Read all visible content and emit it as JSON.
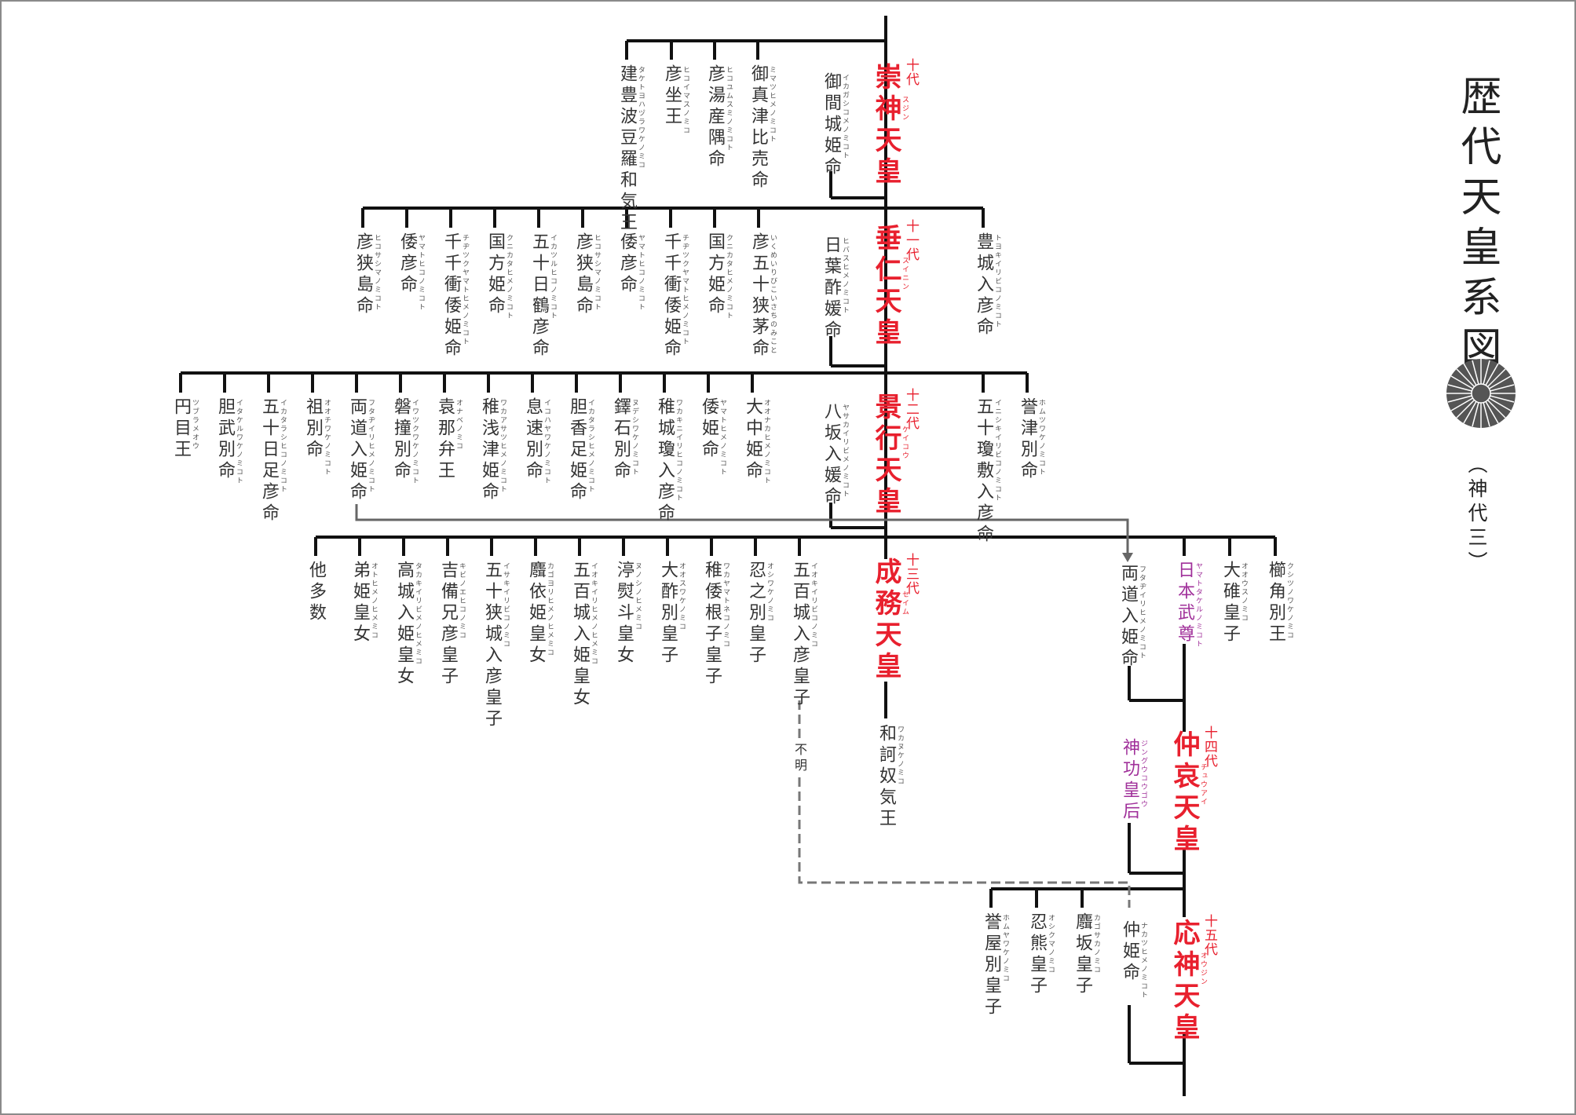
{
  "title": "歴代天皇系図",
  "subtitle": "（神代三）",
  "persons": [
    {
      "id": "sujin",
      "name": "崇神天皇",
      "kana": "スジン",
      "gen": "十代",
      "emp": true
    },
    {
      "id": "mimaki",
      "name": "御間城姫命",
      "kana": "イカガシコメノミコト"
    },
    {
      "id": "mimatsu",
      "name": "御真津比売命",
      "kana": "ミマツヒメノミコト"
    },
    {
      "id": "hikoyu",
      "name": "彦湯産隅命",
      "kana": "ヒコユムスミノミコト"
    },
    {
      "id": "hikoimasu",
      "name": "彦坐王",
      "kana": "ヒコイマスノミコ"
    },
    {
      "id": "takehani",
      "name": "建豊波豆羅和気王",
      "kana": "タケトヨハヅラワケノミコ"
    },
    {
      "id": "suinin",
      "name": "垂仁天皇",
      "kana": "スイニン",
      "gen": "十一代",
      "emp": true
    },
    {
      "id": "hibasu",
      "name": "日葉酢媛命",
      "kana": "ヒバスヒメノミコト"
    },
    {
      "id": "toyoki",
      "name": "豊城入彦命",
      "kana": "トヨキイリビコノミコト"
    },
    {
      "id": "isachi",
      "name": "彦五十狭茅命",
      "kana": "いくめいりびこいさちのみこと"
    },
    {
      "id": "kunibuku1",
      "name": "国方姫命",
      "kana": "クニカタヒメノミコト"
    },
    {
      "id": "chichitsu1",
      "name": "千千衝倭姫命",
      "kana": "チヂツクヤマトヒメノミコト"
    },
    {
      "id": "yamatohiko1",
      "name": "倭彦命",
      "kana": "ヤマトヒコノミコト"
    },
    {
      "id": "hikosa1",
      "name": "彦狭島命",
      "kana": "ヒコサシマノミコト"
    },
    {
      "id": "itsutanu",
      "name": "五十日鶴彦命",
      "kana": "イカツルヒコノミコト"
    },
    {
      "id": "kunibuku2",
      "name": "国方姫命",
      "kana": "クニカタヒメノミコト"
    },
    {
      "id": "chichitsu2",
      "name": "千千衝倭姫命",
      "kana": "チヂツクヤマトヒメノミコト"
    },
    {
      "id": "yamatohiko2",
      "name": "倭彦命",
      "kana": "ヤマトヒコノミコト"
    },
    {
      "id": "hikosa2",
      "name": "彦狭島命",
      "kana": "ヒコサシマノミコト"
    },
    {
      "id": "keiko",
      "name": "景行天皇",
      "kana": "ケイコウ",
      "gen": "十二代",
      "emp": true
    },
    {
      "id": "yasaka",
      "name": "八坂入媛命",
      "kana": "ヤサカイリビメノミコト"
    },
    {
      "id": "inishiki",
      "name": "五十瓊敷入彦命",
      "kana": "イニシキイリビコノミコト"
    },
    {
      "id": "homutsu",
      "name": "誉津別命",
      "kana": "ホムツワケノミコト"
    },
    {
      "id": "onaka",
      "name": "大中姫命",
      "kana": "オオナカヒメノミコト"
    },
    {
      "id": "wakahime",
      "name": "倭姫命",
      "kana": "ヤマトヒメノミコト"
    },
    {
      "id": "wakaki",
      "name": "稚城瓊入彦命",
      "kana": "ワカキニイリヒコノミコト"
    },
    {
      "id": "nuteshi",
      "name": "鐸石別命",
      "kana": "ヌデシワケノミコト"
    },
    {
      "id": "ikatashi",
      "name": "胆香足姫命",
      "kana": "イカタラシヒメノミコト"
    },
    {
      "id": "ikohaya",
      "name": "息速別命",
      "kana": "イコハヤワケノミコト"
    },
    {
      "id": "wakaasa",
      "name": "稚浅津姫命",
      "kana": "ワカアサツヒメノミコト"
    },
    {
      "id": "onabe",
      "name": "袁那弁王",
      "kana": "オナベノミコ"
    },
    {
      "id": "iwatsuku",
      "name": "磐撞別命",
      "kana": "イワツクワケノミコト"
    },
    {
      "id": "futaji1",
      "name": "両道入姫命",
      "kana": "フタヂイリヒメノミコト"
    },
    {
      "id": "oochi",
      "name": "祖別命",
      "kana": "オオチワケノミコト"
    },
    {
      "id": "ikatarashi",
      "name": "五十日足彦命",
      "kana": "イカタラシヒコノミコト"
    },
    {
      "id": "itake",
      "name": "胆武別命",
      "kana": "イタケルワケノミコト"
    },
    {
      "id": "tsubura",
      "name": "円目王",
      "kana": "ツブラメオウ"
    },
    {
      "id": "seimu",
      "name": "成務天皇",
      "kana": "セイム",
      "gen": "十三代",
      "emp": true
    },
    {
      "id": "wakanu",
      "name": "和訶奴気王",
      "kana": "ワカヌケノミコ"
    },
    {
      "id": "iokiiri",
      "name": "五百城入彦皇子",
      "kana": "イオキイリビコノミコ"
    },
    {
      "id": "oshino",
      "name": "忍之別皇子",
      "kana": "オシワケノミコ"
    },
    {
      "id": "wakayamato",
      "name": "稚倭根子皇子",
      "kana": "ワカヤマトネコノミコ"
    },
    {
      "id": "osaki",
      "name": "大酢別皇子",
      "kana": "オオスワケノミコ"
    },
    {
      "id": "nunoshi",
      "name": "渟熨斗皇女",
      "kana": "ヌノシノヒメミコ"
    },
    {
      "id": "iokiirihime",
      "name": "五百城入姫皇女",
      "kana": "イオキイリヒメノヒメミコ"
    },
    {
      "id": "kagoyori",
      "name": "麛依姫皇女",
      "kana": "カゴヨリヒメノヒメミコ"
    },
    {
      "id": "isaki",
      "name": "五十狭城入彦皇子",
      "kana": "イサキイリビコノミコ"
    },
    {
      "id": "kibinoe",
      "name": "吉備兄彦皇子",
      "kana": "キビノエヒコノミコ"
    },
    {
      "id": "takaki",
      "name": "高城入姫皇女",
      "kana": "タカキイリビメノヒメミコ"
    },
    {
      "id": "otohime",
      "name": "弟姫皇女",
      "kana": "オトヒメノヒメミコ"
    },
    {
      "id": "tata",
      "name": "他多数",
      "kana": ""
    },
    {
      "id": "futaji2",
      "name": "両道入姫命",
      "kana": "フタヂイリヒメノミコト"
    },
    {
      "id": "yamatotakeru",
      "name": "日本武尊",
      "kana": "ヤマトタケルノミコト",
      "pur": true
    },
    {
      "id": "ousu",
      "name": "大碓皇子",
      "kana": "オオウスノミコ"
    },
    {
      "id": "kushitsuno",
      "name": "櫛角別王",
      "kana": "クシツノワケノミコ"
    },
    {
      "id": "chuai",
      "name": "仲哀天皇",
      "kana": "チュウアイ",
      "gen": "十四代",
      "emp": true
    },
    {
      "id": "jingu",
      "name": "神功皇后",
      "kana": "ジングウコウゴウ",
      "pur": true
    },
    {
      "id": "ojin",
      "name": "応神天皇",
      "kana": "オウジン",
      "gen": "十五代",
      "emp": true
    },
    {
      "id": "nakatsu",
      "name": "仲姫命",
      "kana": "ナカツヒメノミコト"
    },
    {
      "id": "kagosaka",
      "name": "麛坂皇子",
      "kana": "カゴサカノミコ"
    },
    {
      "id": "oshikuma",
      "name": "忍熊皇子",
      "kana": "オシクマノミコ"
    },
    {
      "id": "homuya",
      "name": "誉屋別皇子",
      "kana": "ホムヤワケノミコ"
    }
  ],
  "notes": {
    "unknown": "不明"
  }
}
